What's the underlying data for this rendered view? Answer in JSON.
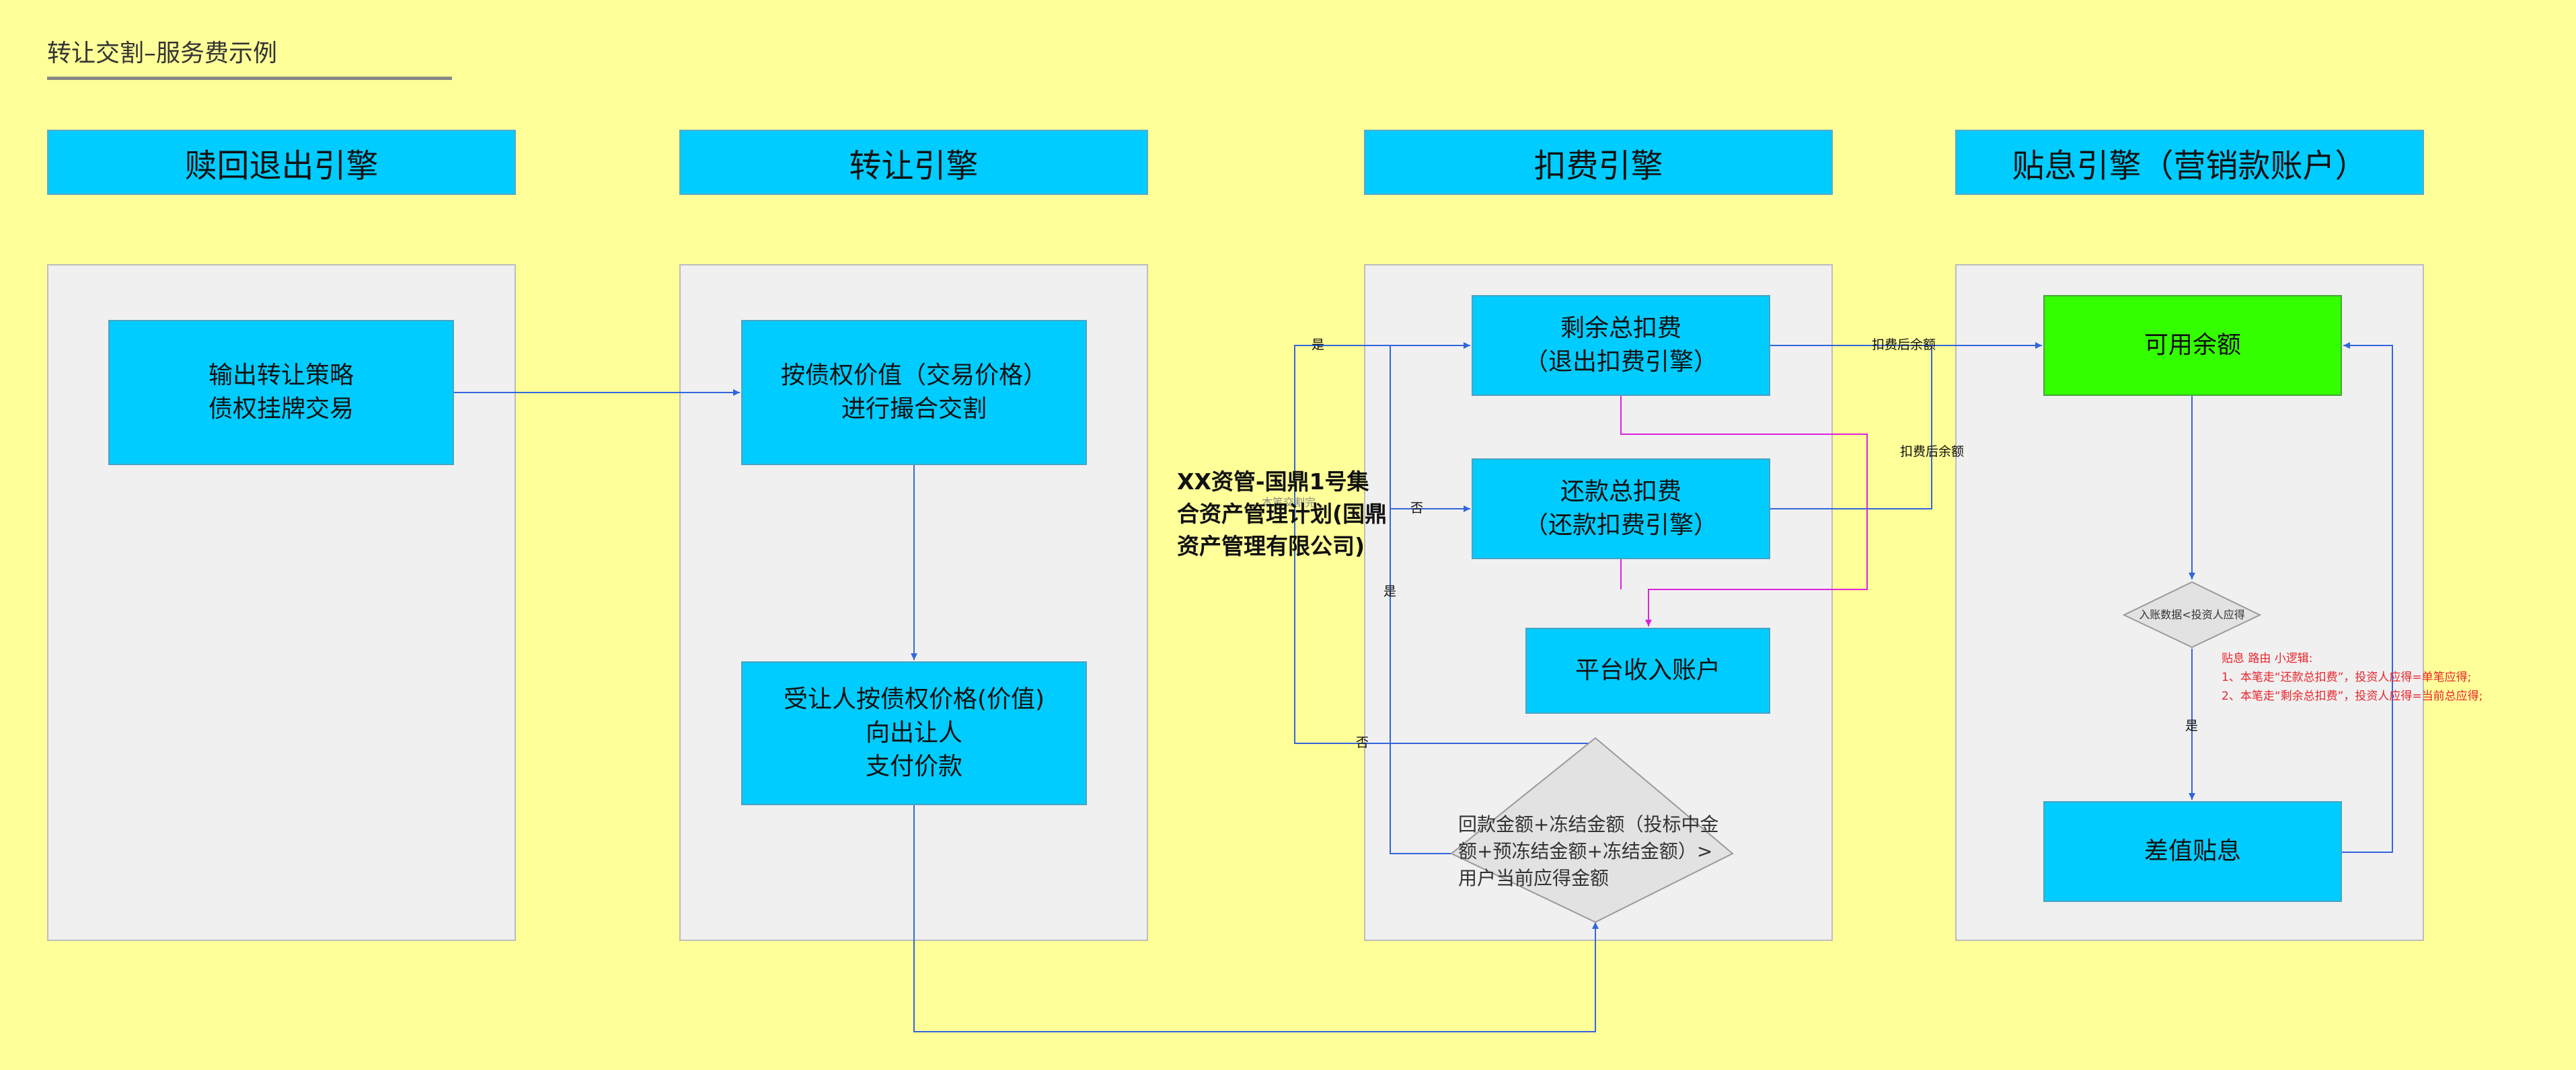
{
  "page": {
    "title": "转让交割–服务费示例"
  },
  "lanes": [
    {
      "header": "赎回退出引擎"
    },
    {
      "header": "转让引擎"
    },
    {
      "header": "扣费引擎"
    },
    {
      "header": "贴息引擎（营销款账户）"
    }
  ],
  "nodes": {
    "output_strategy": "输出转让策略\n债权挂牌交易",
    "match_trade": "按债权价值（交易价格）\n进行撮合交割",
    "transferee_pay": "受让人按债权价格(价值)\n向出让人\n支付价款",
    "remaining_fee": "剩余总扣费\n（退出扣费引擎）",
    "repay_fee": "还款总扣费\n（还款扣费引擎）",
    "platform_income": "平台收入账户",
    "available_balance": "可用余额",
    "diff_subsidy": "差值贴息"
  },
  "decisions": {
    "amount_check": "回款金额+冻结金额（投标中金额+预冻结金额+冻结金额）>用户当前应得金额",
    "investor_check": "入账数据<投资人应得"
  },
  "edge_labels": {
    "yes_top": "是",
    "no_mid": "否",
    "yes_mid": "是",
    "no_bottom": "否",
    "after_fee_1": "扣费后余额",
    "after_fee_2": "扣费后余额",
    "yes_right": "是",
    "faint_mark": "本笔交割完"
  },
  "overlay": {
    "text": "XX资管-国鼎1号集\n合资产管理计划(国鼎\n资产管理有限公司)"
  },
  "note": {
    "text": "贴息 路由 小逻辑:\n1、本笔走“还款总扣费”，投资人应得=单笔应得;\n2、本笔走“剩余总扣费”，投资人应得=当前总应得;"
  },
  "colors": {
    "background": "#FFFF99",
    "lane_header": "#00CCFF",
    "node": "#00CCFF",
    "node_green": "#33FF00",
    "connector": "#3366dd",
    "connector_magenta": "#dd22dd",
    "note_red": "#e8242b"
  }
}
